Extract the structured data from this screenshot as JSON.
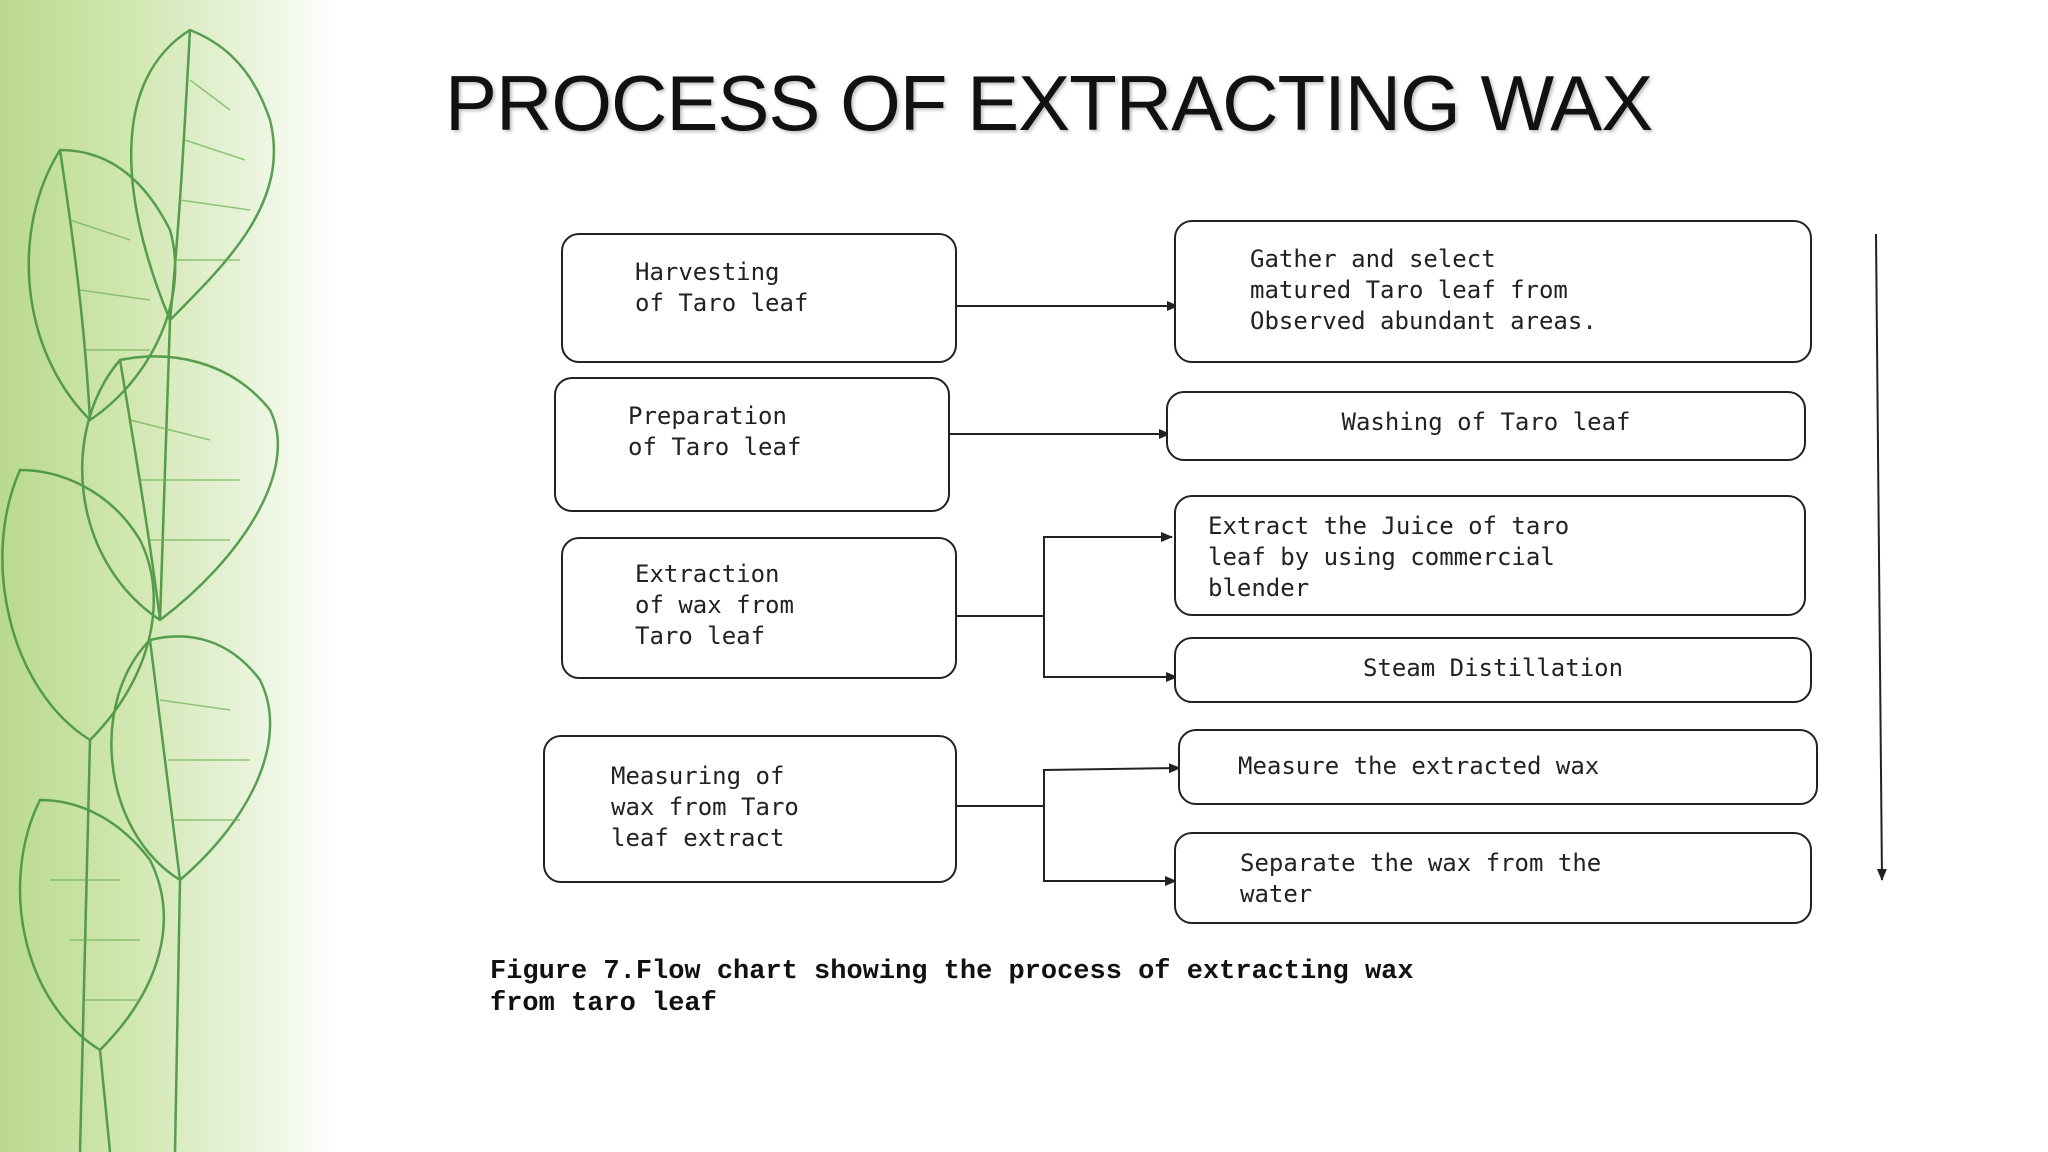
{
  "slide": {
    "title": "PROCESS OF EXTRACTING WAX"
  },
  "steps": [
    {
      "label": "Harvesting\nof Taro leaf"
    },
    {
      "label": "Preparation\nof Taro leaf"
    },
    {
      "label": "Extraction\nof  wax  from\nTaro leaf"
    },
    {
      "label": "Measuring  of\nwax from Taro\nleaf extract"
    }
  ],
  "details": [
    {
      "label": "Gather and select\nmatured Taro leaf from\nObserved abundant areas."
    },
    {
      "label": "Washing of Taro leaf"
    },
    {
      "label": "Extract the Juice of taro\nleaf by using commercial\nblender"
    },
    {
      "label": "Steam Distillation"
    },
    {
      "label": "Measure the extracted wax"
    },
    {
      "label": "Separate the wax from the\nwater"
    }
  ],
  "caption": "Figure 7.Flow chart showing the process of extracting wax\nfrom taro leaf",
  "colors": {
    "line": "#222222",
    "leaf": "#3f8f3a",
    "background_green": "#b9d98d"
  }
}
